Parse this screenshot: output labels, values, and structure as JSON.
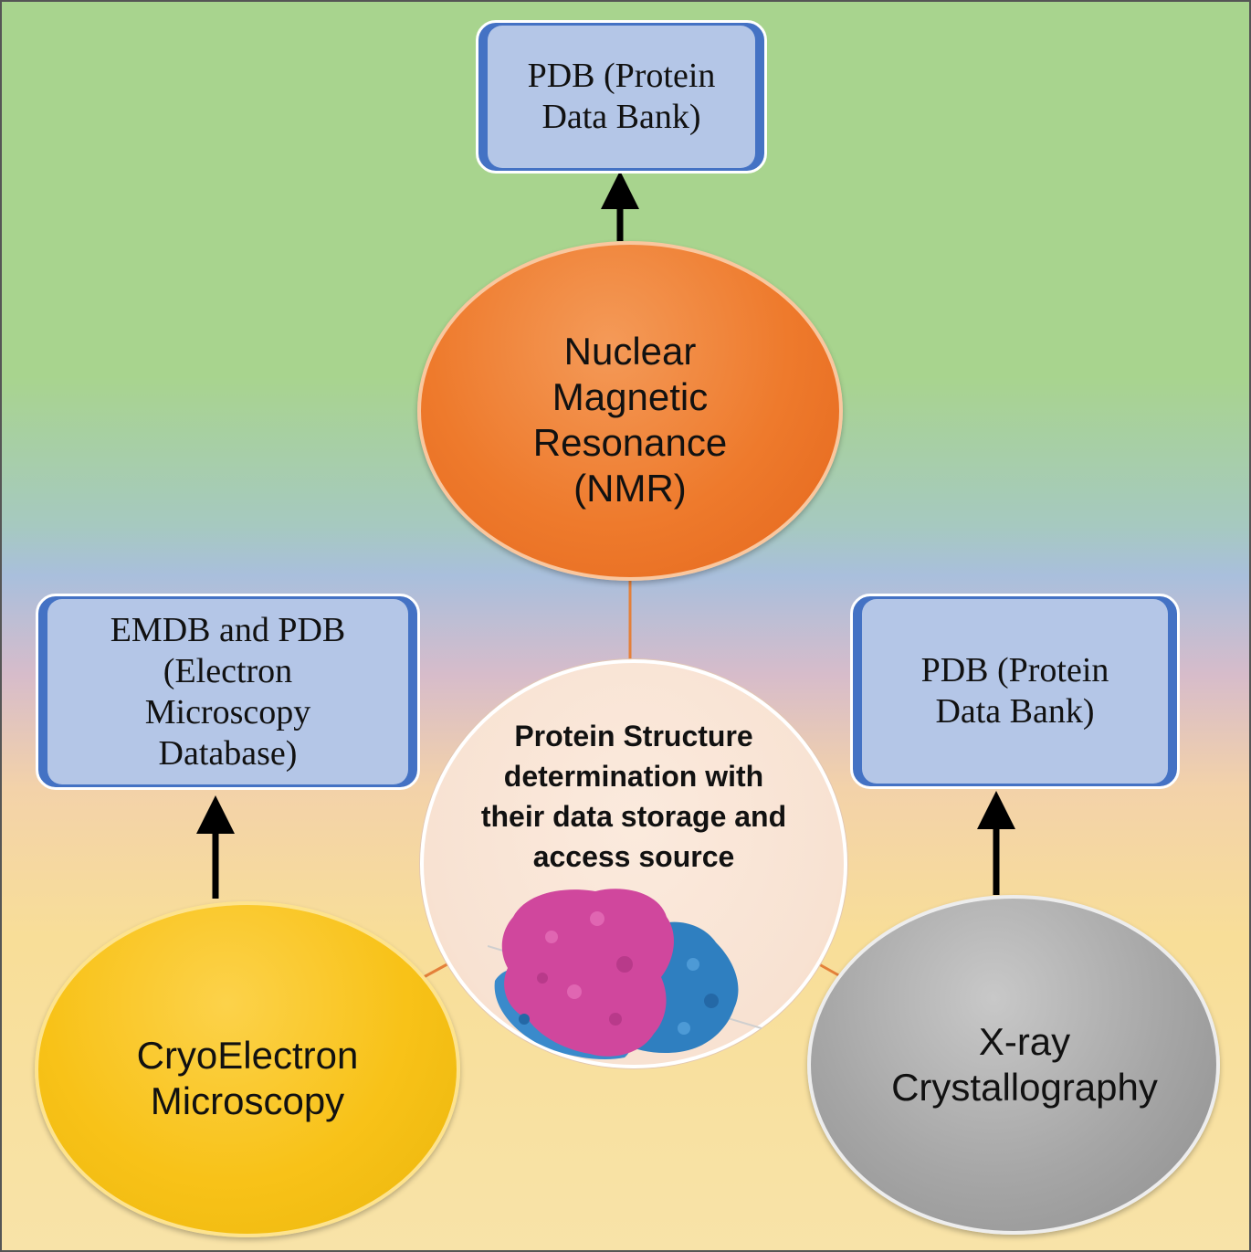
{
  "top_box": {
    "lines": [
      "PDB (Protein",
      "Data Bank)"
    ]
  },
  "left_box": {
    "lines": [
      "EMDB and PDB",
      "(Electron",
      "Microscopy",
      "Database)"
    ]
  },
  "right_box": {
    "lines": [
      "PDB (Protein",
      "Data Bank)"
    ]
  },
  "nmr": {
    "lines": [
      "Nuclear",
      "Magnetic",
      "Resonance",
      "(NMR)"
    ]
  },
  "cryo": {
    "lines": [
      "CryoElectron",
      "Microscopy"
    ]
  },
  "xray": {
    "lines": [
      "X-ray",
      "Crystallography"
    ]
  },
  "center": {
    "lines": [
      "Protein Structure",
      "determination with",
      "their data storage and",
      "access source"
    ]
  },
  "colors": {
    "nmr": "#ee7a2c",
    "cryo": "#f8c218",
    "xray": "#a6a6a6",
    "box_fill": "#b4c6e7",
    "box_border": "#4472c4",
    "connector": "#e4803a",
    "arrow": "#000000",
    "protein_primary": "#d0479d",
    "protein_secondary": "#2f7fc0"
  }
}
